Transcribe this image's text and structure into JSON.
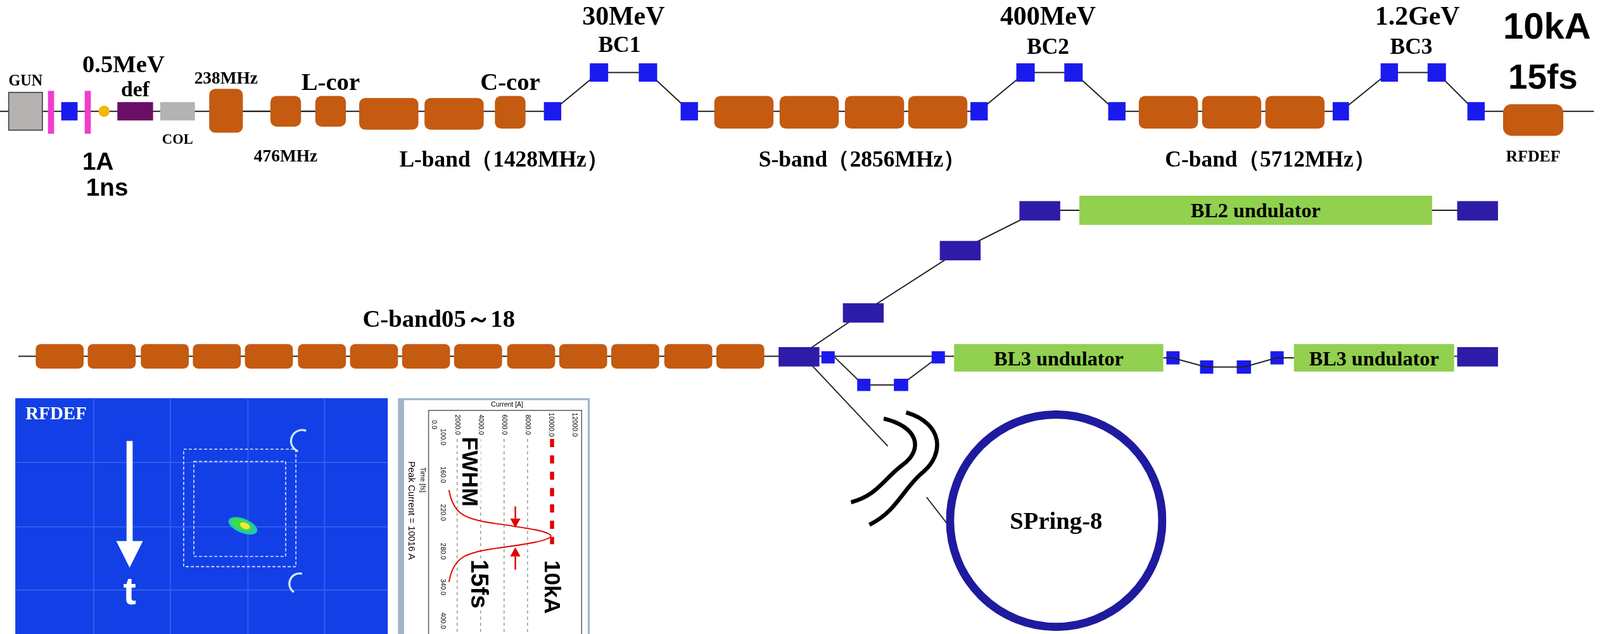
{
  "diagram": {
    "nodes": [
      {
        "text": [
          "GUN"
        ]
      },
      {
        "text": [
          "def"
        ]
      },
      {
        "text": [
          "COL"
        ]
      },
      {
        "text": [
          "238MHz"
        ]
      },
      {
        "text": [
          "476MHz"
        ]
      },
      {
        "text": [
          "L-cor"
        ]
      },
      {
        "text": [
          "C-cor"
        ]
      },
      {
        "text": [
          "RFDEF"
        ]
      },
      {
        "text": [
          "BL2 undulator"
        ]
      },
      {
        "text": [
          "BL3 undulator"
        ]
      },
      {
        "text": [
          "BL3 undulator"
        ]
      },
      {
        "text": [
          "SPring-8"
        ]
      },
      {
        "text": [
          "RFDEF",
          "t"
        ]
      }
    ],
    "edges": [
      {
        "from": 3,
        "to": 4,
        "arrow": "none"
      },
      {
        "from": 4,
        "to": 5,
        "arrow": "none"
      },
      {
        "from": 9,
        "to": 10,
        "arrow": "none"
      }
    ],
    "labels": [
      "0.5MeV",
      "1A",
      "1ns",
      "30MeV",
      "BC1",
      "L-band（1428MHz）",
      "400MeV",
      "BC2",
      "S-band（2856MHz）",
      "1.2GeV",
      "BC3",
      "C-band（5712MHz）",
      "10kA",
      "15fs",
      "C-band05～18",
      "Current [A]",
      "0.0",
      "2000.0",
      "4000.0",
      "6000.0",
      "8000.0",
      "10000.0",
      "12000.0",
      "Time [fs]",
      "100.0",
      "160.0",
      "220.0",
      "280.0",
      "340.0",
      "400.0",
      "Peak Current = 10016 A",
      "FWHM",
      "15fs",
      "10kA"
    ]
  }
}
